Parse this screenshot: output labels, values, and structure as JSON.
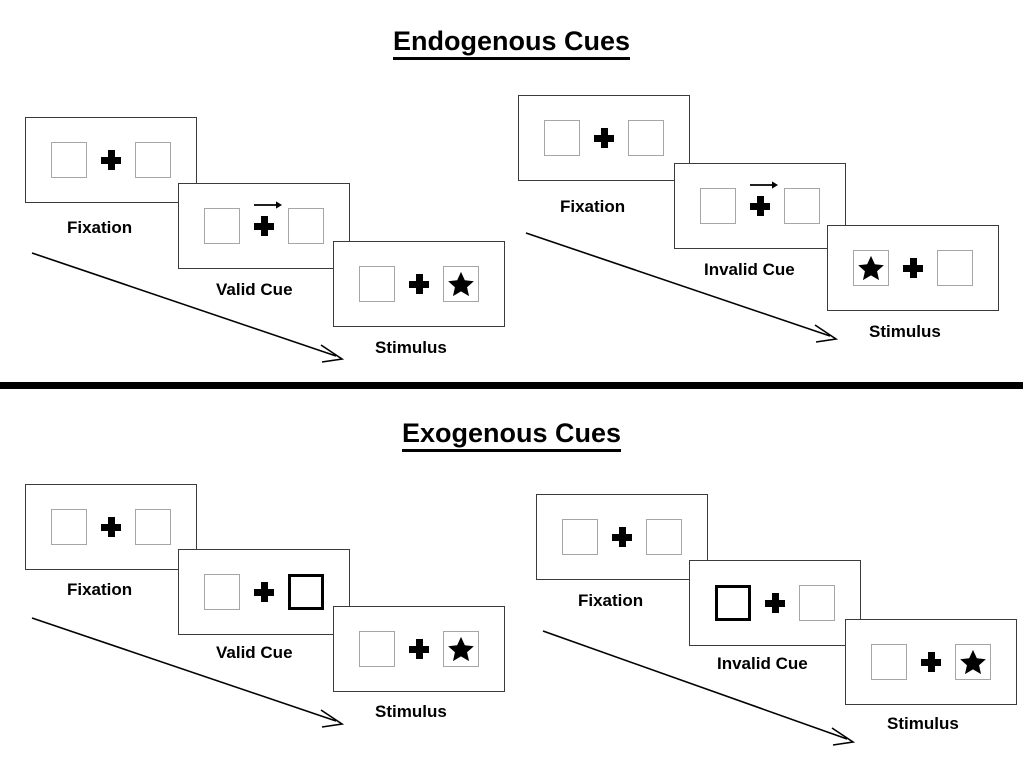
{
  "sections": [
    {
      "id": "endogenous",
      "title": "Endogenous Cues",
      "sequences": [
        {
          "id": "endogenous-valid",
          "stages": [
            {
              "caption": "Fixation",
              "cue_type": "none",
              "cued_side": "none",
              "target_side": "none"
            },
            {
              "caption": "Valid Cue",
              "cue_type": "arrow",
              "cued_side": "right",
              "target_side": "none"
            },
            {
              "caption": "Stimulus",
              "cue_type": "none",
              "cued_side": "none",
              "target_side": "right"
            }
          ]
        },
        {
          "id": "endogenous-invalid",
          "stages": [
            {
              "caption": "Fixation",
              "cue_type": "none",
              "cued_side": "none",
              "target_side": "none"
            },
            {
              "caption": "Invalid Cue",
              "cue_type": "arrow",
              "cued_side": "right",
              "target_side": "none"
            },
            {
              "caption": "Stimulus",
              "cue_type": "none",
              "cued_side": "none",
              "target_side": "left"
            }
          ]
        }
      ]
    },
    {
      "id": "exogenous",
      "title": "Exogenous Cues",
      "sequences": [
        {
          "id": "exogenous-valid",
          "stages": [
            {
              "caption": "Fixation",
              "cue_type": "none",
              "cued_side": "none",
              "target_side": "none"
            },
            {
              "caption": "Valid Cue",
              "cue_type": "box-flash",
              "cued_side": "right",
              "target_side": "none"
            },
            {
              "caption": "Stimulus",
              "cue_type": "none",
              "cued_side": "none",
              "target_side": "right"
            }
          ]
        },
        {
          "id": "exogenous-invalid",
          "stages": [
            {
              "caption": "Fixation",
              "cue_type": "none",
              "cued_side": "none",
              "target_side": "none"
            },
            {
              "caption": "Invalid Cue",
              "cue_type": "box-flash",
              "cued_side": "left",
              "target_side": "none"
            },
            {
              "caption": "Stimulus",
              "cue_type": "none",
              "cued_side": "none",
              "target_side": "right"
            }
          ]
        }
      ]
    }
  ],
  "labels": {
    "endogenous_title": "Endogenous Cues",
    "exogenous_title": "Exogenous Cues",
    "fixation": "Fixation",
    "valid_cue": "Valid Cue",
    "invalid_cue": "Invalid Cue",
    "stimulus": "Stimulus",
    "time_arrow": "time-progression-arrow"
  },
  "colors": {
    "background": "#ffffff",
    "ink": "#000000",
    "frame_border": "#3b3b3b",
    "box_border": "#a6a6a6",
    "cued_box_border": "#000000"
  },
  "captions": {
    "eg_valid_fixation": "Fixation",
    "eg_valid_cue": "Valid Cue",
    "eg_valid_stimulus": "Stimulus",
    "eg_invalid_fixation": "Fixation",
    "eg_invalid_cue": "Invalid Cue",
    "eg_invalid_stimulus": "Stimulus",
    "ex_valid_fixation": "Fixation",
    "ex_valid_cue": "Valid Cue",
    "ex_valid_stimulus": "Stimulus",
    "ex_invalid_fixation": "Fixation",
    "ex_invalid_cue": "Invalid Cue",
    "ex_invalid_stimulus": "Stimulus"
  }
}
